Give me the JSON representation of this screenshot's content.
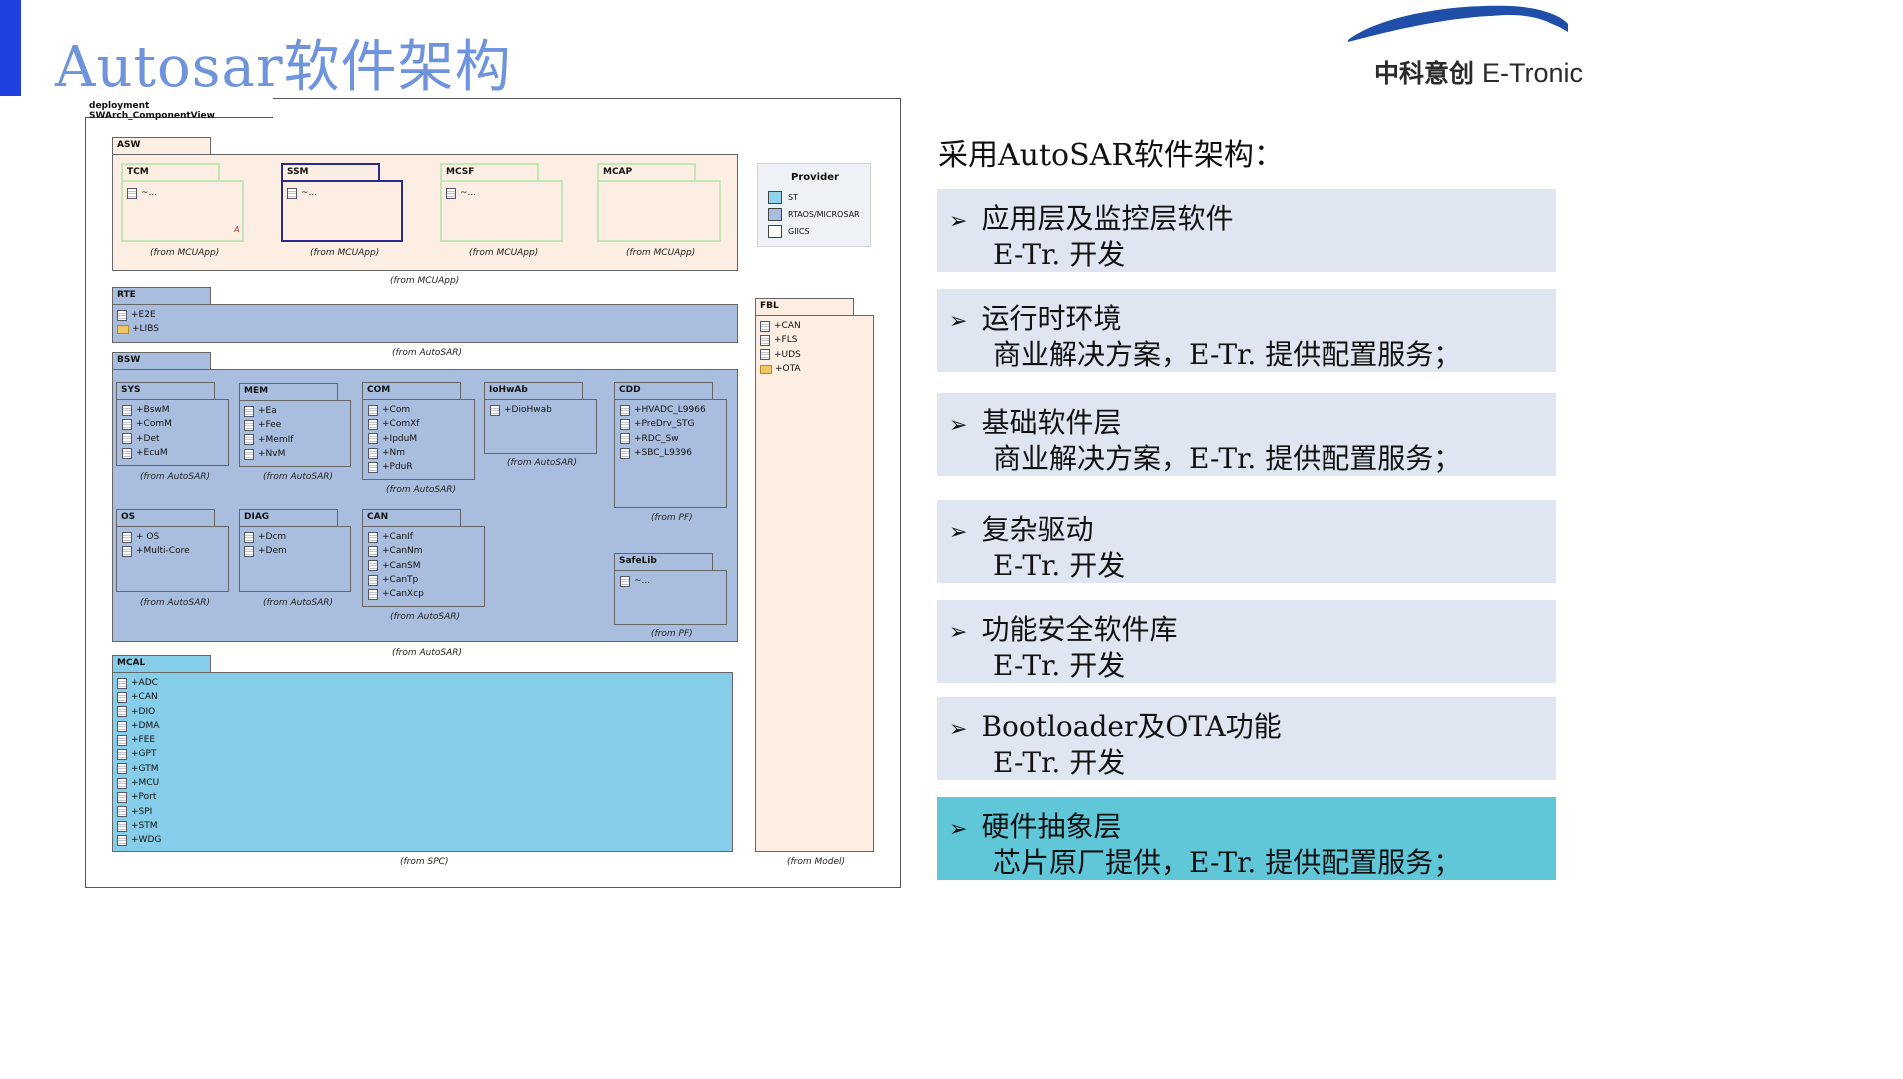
{
  "header": {
    "title": "Autosar软件架构",
    "logo_cn": "中科意创",
    "logo_en": "E-Tronic"
  },
  "diagram": {
    "frame_label": "deployment SWArch_ComponentView",
    "asw": {
      "label": "ASW",
      "from": "(from MCUApp)",
      "components": [
        {
          "name": "TCM",
          "item": "~...",
          "from": "(from MCUApp)",
          "mark": "A"
        },
        {
          "name": "SSM",
          "item": "~...",
          "from": "(from MCUApp)"
        },
        {
          "name": "MCSF",
          "item": "~...",
          "from": "(from MCUApp)"
        },
        {
          "name": "MCAP",
          "item": "",
          "from": "(from MCUApp)"
        }
      ]
    },
    "provider": {
      "title": "Provider",
      "items": [
        {
          "label": "ST",
          "color": "#8fd3ea"
        },
        {
          "label": "RTAOS/MICROSAR",
          "color": "#a9bedf"
        },
        {
          "label": "GIICS",
          "color": "#ffffff"
        }
      ]
    },
    "rte": {
      "label": "RTE",
      "items": [
        "+E2E",
        "+LIBS"
      ],
      "from": "(from AutoSAR)"
    },
    "bsw": {
      "label": "BSW",
      "from": "(from AutoSAR)",
      "sys": {
        "label": "SYS",
        "items": [
          "+BswM",
          "+ComM",
          "+Det",
          "+EcuM"
        ],
        "from": "(from AutoSAR)"
      },
      "mem": {
        "label": "MEM",
        "items": [
          "+Ea",
          "+Fee",
          "+MemIf",
          "+NvM"
        ],
        "from": "(from AutoSAR)"
      },
      "com": {
        "label": "COM",
        "items": [
          "+Com",
          "+ComXf",
          "+IpduM",
          "+Nm",
          "+PduR"
        ],
        "from": "(from AutoSAR)"
      },
      "iohwab": {
        "label": "IoHwAb",
        "items": [
          "+DioHwab"
        ],
        "from": "(from AutoSAR)"
      },
      "cdd": {
        "label": "CDD",
        "items": [
          "+HVADC_L9966",
          "+PreDrv_STG",
          "+RDC_Sw",
          "+SBC_L9396"
        ],
        "from": "(from PF)"
      },
      "os": {
        "label": "OS",
        "items": [
          "+ OS",
          "+Multi-Core"
        ],
        "from": "(from AutoSAR)"
      },
      "diag": {
        "label": "DIAG",
        "items": [
          "+Dcm",
          "+Dem"
        ],
        "from": "(from AutoSAR)"
      },
      "can": {
        "label": "CAN",
        "items": [
          "+CanIf",
          "+CanNm",
          "+CanSM",
          "+CanTp",
          "+CanXcp"
        ],
        "from": "(from AutoSAR)"
      },
      "safelib": {
        "label": "SafeLib",
        "items": [
          "~..."
        ],
        "from": "(from PF)"
      }
    },
    "mcal": {
      "label": "MCAL",
      "items": [
        "+ADC",
        "+CAN",
        "+DIO",
        "+DMA",
        "+FEE",
        "+GPT",
        "+GTM",
        "+MCU",
        "+Port",
        "+SPI",
        "+STM",
        "+WDG"
      ],
      "from": "(from SPC)"
    },
    "fbl": {
      "label": "FBL",
      "items": [
        "+CAN",
        "+FLS",
        "+UDS",
        "+OTA"
      ],
      "from": "(from Model)"
    }
  },
  "panel": {
    "heading": "采用AutoSAR软件架构：",
    "arrow": "➢",
    "items": [
      {
        "line1": "应用层及监控层软件",
        "line2": "E-Tr. 开发"
      },
      {
        "line1": "运行时环境",
        "line2": "商业解决方案，E-Tr. 提供配置服务；"
      },
      {
        "line1": "基础软件层",
        "line2": "商业解决方案，E-Tr. 提供配置服务；"
      },
      {
        "line1": "复杂驱动",
        "line2": "E-Tr. 开发"
      },
      {
        "line1": "功能安全软件库",
        "line2": "E-Tr. 开发"
      },
      {
        "line1": "Bootloader及OTA功能",
        "line2": "E-Tr. 开发"
      },
      {
        "line1": "硬件抽象层",
        "line2": "芯片原厂提供，E-Tr. 提供配置服务；"
      }
    ]
  }
}
